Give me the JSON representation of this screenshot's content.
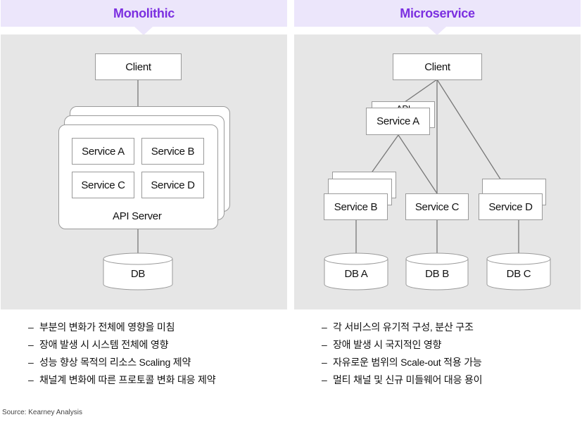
{
  "monolithic": {
    "title": "Monolithic",
    "client": "Client",
    "services": [
      "Service A",
      "Service B",
      "Service C",
      "Service D"
    ],
    "api_server": "API Server",
    "db": "DB",
    "bullets": [
      "부분의 변화가 전체에 영향을 미침",
      "장애 발생 시 시스템 전체에 영향",
      "성능 향상 목적의 리소스 Scaling 제약",
      "채널계 변화에 따른 프로토콜 변화 대응 제약"
    ]
  },
  "microservice": {
    "title": "Microservice",
    "client": "Client",
    "api_peek": "API",
    "service_a": "Service A",
    "service_b": "Service B",
    "service_c": "Service C",
    "service_d": "Service D",
    "db_a": "DB A",
    "db_b": "DB B",
    "db_c": "DB C",
    "bullets": [
      "각 서비스의 유기적 구성, 분산 구조",
      "장애 발생 시 국지적인 영향",
      "자유로운 범위의 Scale-out 적용 가능",
      "멀티 채널 및 신규 미들웨어 대응 용이"
    ]
  },
  "bullet_marker": "–",
  "source": "Source: Kearney Analysis",
  "colors": {
    "title_purple": "#7b2fe0",
    "header_bg": "#ece6fb",
    "panel_bg": "#e6e6e6",
    "border": "#9a9a9a",
    "line": "#777777"
  }
}
